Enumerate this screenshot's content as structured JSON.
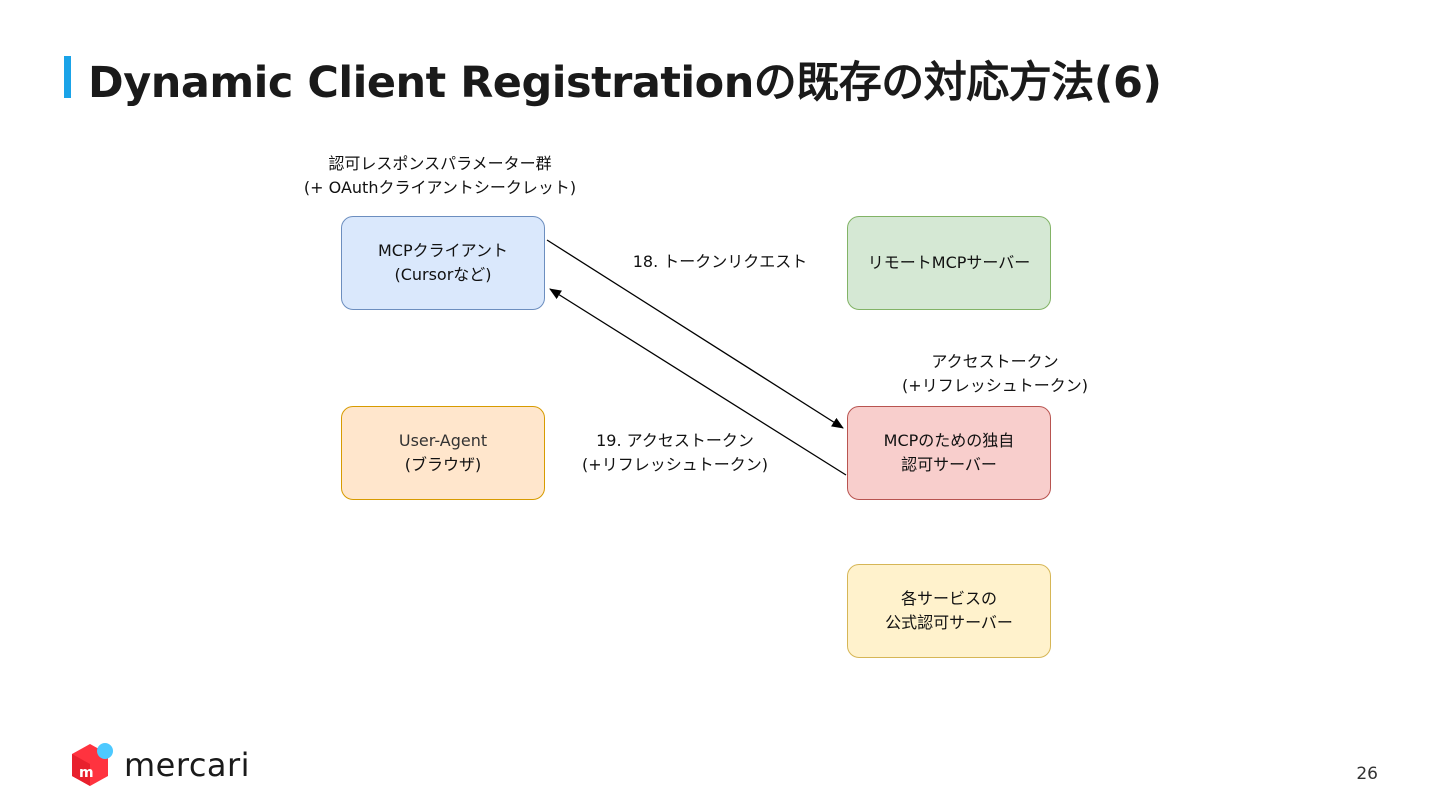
{
  "slide": {
    "title": "Dynamic Client Registrationの既存の対応方法(6)",
    "page_number": "26",
    "logo_text": "mercari"
  },
  "nodes": {
    "client": {
      "line1": "MCPクライアント",
      "line2": "(Cursorなど)"
    },
    "remote": {
      "line1": "リモートMCPサーバー"
    },
    "user_agent": {
      "line1": "User-Agent",
      "line2": "(ブラウザ)"
    },
    "auth_server": {
      "line1": "MCPのための独自",
      "line2": "認可サーバー"
    },
    "official": {
      "line1": "各サービスの",
      "line2": "公式認可サーバー"
    }
  },
  "labels": {
    "params": {
      "line1": "認可レスポンスパラメーター群",
      "line2": "(+ OAuthクライアントシークレット)"
    },
    "step18": "18. トークンリクエスト",
    "step19": {
      "line1": "19. アクセストークン",
      "line2": "(+リフレッシュトークン)"
    },
    "tokens": {
      "line1": "アクセストークン",
      "line2": "(+リフレッシュトークン)"
    }
  },
  "colors": {
    "accent": "#1aa3e8",
    "logo_red": "#ff333f",
    "logo_blue": "#4dc9ff"
  }
}
